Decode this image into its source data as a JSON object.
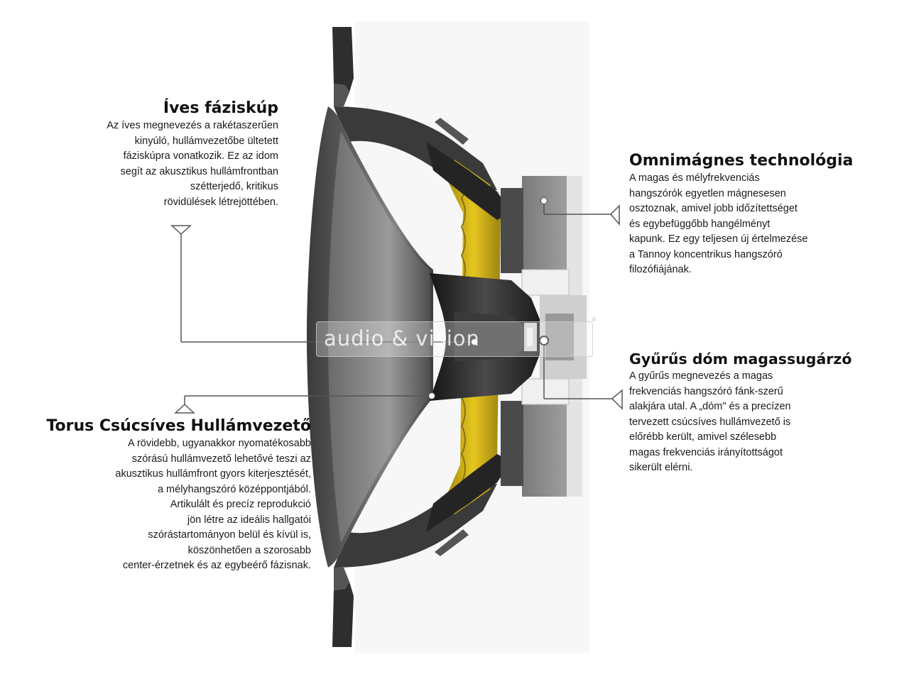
{
  "watermark": {
    "text": "audio & vision",
    "registered": "®"
  },
  "callouts": {
    "ives_faziskup": {
      "title": "Íves fáziskúp",
      "body": "Az íves megnevezés a rakétaszerűen\nkinyúló, hullámvezetőbe ültetett\nfáziskúpra vonatkozik. Ez az idom\nsegít az akusztikus hullámfrontban\nszétterjedő, kritikus\nrövidülések létrejöttében."
    },
    "omnimagnes": {
      "title": "Omnimágnes technológia",
      "body": "A magas és mélyfrekvenciás\nhangszórók egyetlen mágnesesen\nosztoznak, amivel jobb időzítettséget\nés egybefüggőbb hangélményt\nkapunk. Ez egy teljesen új értelmezése\na Tannoy koncentrikus hangszóró\nfilozófiájának."
    },
    "gyurus_dom": {
      "title": "Gyűrűs dóm magassugárzó",
      "body": "A gyűrűs megnevezés a magas\nfrekvenciás hangszóró fánk-szerű\nalakjára utal. A „dóm\" és a precízen\ntervezett csúcsíves hullámvezető is\nelőrébb került, amivel szélesebb\nmagas frekvenciás irányítottságot\nsikerült elérni."
    },
    "torus": {
      "title": "Torus Csúcsíves Hullámvezető",
      "body": "A rövidebb, ugyanakkor nyomatékosabb\nszórású hullámvezető lehetővé teszi az\nakusztikus hullámfront gyors kiterjesztését,\na mélyhangszóró középpontjából.\nArtikulált és precíz reprodukció\njön létre az ideális hallgatói\nszórástartományon belül és kívül is,\nköszönhetően a szorosabb\ncenter-érzetnek és az egybeérő fázisnak."
    }
  },
  "colors": {
    "text": "#111111",
    "cone_yellow": "#e2c21c",
    "body_dark": "#2b2b2b",
    "magnet_grey": "#8e8e8e",
    "leader": "#555555"
  }
}
